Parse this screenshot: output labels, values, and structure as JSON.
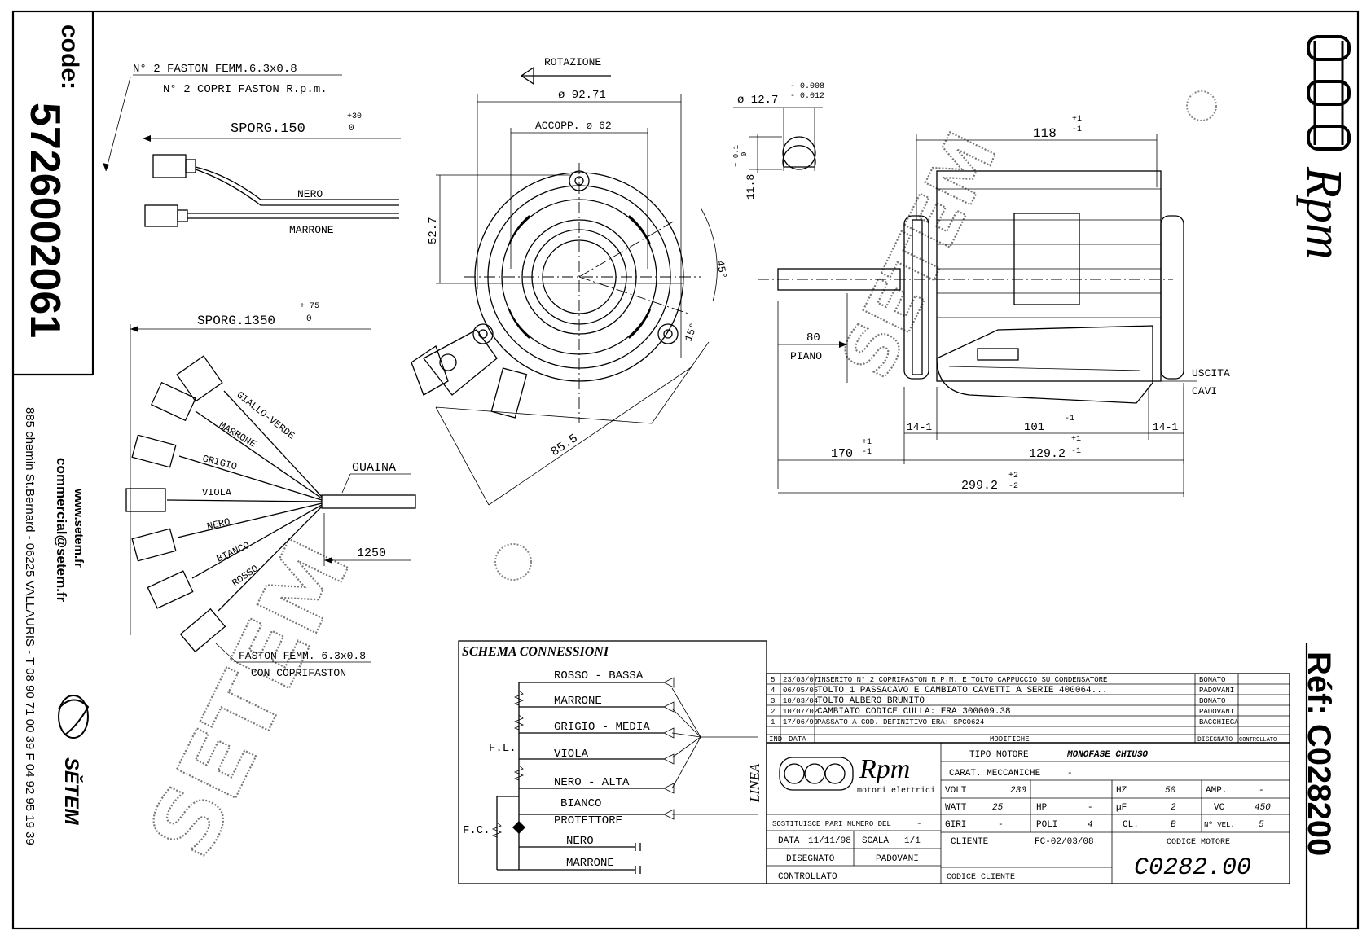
{
  "side_panel": {
    "code_label": "code:",
    "code_number": "5726002061",
    "website": "www.setem.fr",
    "email": "commercial@setem.fr",
    "address": "885 chemin St.Bernard  -  06225 VALLAURIS  -  T 08 90 71 00 39  F 04 92 95 19 39",
    "brand": "SĚTEM"
  },
  "right_panel": {
    "brand": "Rpm",
    "ref": "Réf: C028200"
  },
  "watermark": "SETEM",
  "cable1": {
    "faston_line1": "N° 2 FASTON FEMM.6.3x0.8",
    "faston_line2": "N° 2 COPRI FASTON R.p.m.",
    "sporg": "SPORG.150",
    "tol_plus": "+30",
    "tol_zero": "0",
    "wire_nero": "NERO",
    "wire_marrone": "MARRONE"
  },
  "cable2": {
    "sporg": "SPORG.1350",
    "tol_plus": "+ 75",
    "tol_zero": "0",
    "wires": [
      "GIALLO-VERDE",
      "MARRONE",
      "GRIGIO",
      "VIOLA",
      "NERO",
      "BIANCO",
      "ROSSO"
    ],
    "guaina": "GUAINA",
    "len": "1250",
    "faston_line1": "FASTON FEMM. 6.3x0.8",
    "faston_line2": "CON COPRIFASTON"
  },
  "front_view": {
    "rotation": "ROTAZIONE",
    "dia": "ø 92.71",
    "accopp": "ACCOPP.  ø 62",
    "h": "52.7",
    "angle45": "45°",
    "angle15": "15°",
    "d855": "85.5"
  },
  "shaft": {
    "dia": "ø 12.7",
    "tol_top": "- 0.008",
    "tol_bot": "- 0.012",
    "flat": "11.8",
    "flat_tol_top": "+ 0.1",
    "flat_tol_bot": "0"
  },
  "side_view": {
    "d118": "118",
    "d118_tol_top": "+1",
    "d118_tol_bot": "-1",
    "d80": "80",
    "piano": "PIANO",
    "uscita": "USCITA",
    "cavi": "CAVI",
    "d141a": "14-1",
    "d141b": "14-1",
    "d101": "101",
    "d101_tol": "-1",
    "d170": "170",
    "d170_tol_top": "+1",
    "d170_tol_bot": "-1",
    "d1292": "129.2",
    "d1292_tol_top": "+1",
    "d1292_tol_bot": "-1",
    "d2992": "299.2",
    "d2992_tol_top": "+2",
    "d2992_tol_bot": "-2"
  },
  "schema": {
    "title": "SCHEMA CONNESSIONI",
    "labels": [
      "ROSSO - BASSA",
      "MARRONE",
      "GRIGIO - MEDIA",
      "VIOLA",
      "NERO - ALTA",
      "BIANCO",
      "PROTETTORE",
      "NERO",
      "MARRONE"
    ],
    "fl": "F.L.",
    "fc": "F.C.",
    "linea": "LINEA"
  },
  "modifications": {
    "rows": [
      {
        "ind": "5",
        "date": "23/03/07",
        "text": "INSERITO N° 2 COPRIFASTON R.P.M. E TOLTO CAPPUCCIO SU CONDENSATORE",
        "by": "BONATO"
      },
      {
        "ind": "4",
        "date": "06/05/05",
        "text": "TOLTO 1 PASSACAVO E CAMBIATO CAVETTI A SERIE 400064...",
        "by": "PADOVANI"
      },
      {
        "ind": "3",
        "date": "10/03/04",
        "text": "TOLTO ALBERO BRUNITO",
        "by": "BONATO"
      },
      {
        "ind": "2",
        "date": "10/07/02",
        "text": "CAMBIATO CODICE CULLA: ERA 300009.38",
        "by": "PADOVANI"
      },
      {
        "ind": "1",
        "date": "17/06/99",
        "text": "PASSATO A COD. DEFINITIVO ERA: SPC0624",
        "by": "BACCHIEGA"
      }
    ],
    "h_ind": "IND",
    "h_data": "DATA",
    "h_mod": "MODIFICHE",
    "h_dis": "DISEGNATO",
    "h_ctrl": "CONTROLLATO"
  },
  "title_block": {
    "logo": "Rpm",
    "logo_sub": "motori elettrici",
    "sostituisce": "SOSTITUISCE PARI NUMERO DEL",
    "sostituisce_val": "-",
    "data_label": "DATA",
    "data_val": "11/11/98",
    "scala_label": "SCALA",
    "scala_val": "1/1",
    "disegnato_label": "DISEGNATO",
    "disegnato_val": "PADOVANI",
    "controllato_label": "CONTROLLATO",
    "tipo_motore_label": "TIPO MOTORE",
    "tipo_motore_val": "MONOFASE CHIUSO",
    "carat_label": "CARAT. MECCANICHE",
    "carat_val": "-",
    "volt_label": "VOLT",
    "volt_val": "230",
    "hz_label": "HZ",
    "hz_val": "50",
    "amp_label": "AMP.",
    "amp_val": "-",
    "watt_label": "WATT",
    "watt_val": "25",
    "hp_label": "HP",
    "hp_val": "-",
    "uf_label": "µF",
    "uf_val": "2",
    "vc_label": "VC",
    "vc_val": "450",
    "giri_label": "GIRI",
    "giri_val": "-",
    "poli_label": "POLI",
    "poli_val": "4",
    "cl_label": "CL.",
    "cl_val": "B",
    "nvel_label": "Nº VEL.",
    "nvel_val": "5",
    "cliente_label": "CLIENTE",
    "cliente_val": "FC-02/03/08",
    "codice_motore_label": "CODICE MOTORE",
    "codice_motore_val": "C0282.00",
    "codice_cliente_label": "CODICE CLIENTE"
  }
}
